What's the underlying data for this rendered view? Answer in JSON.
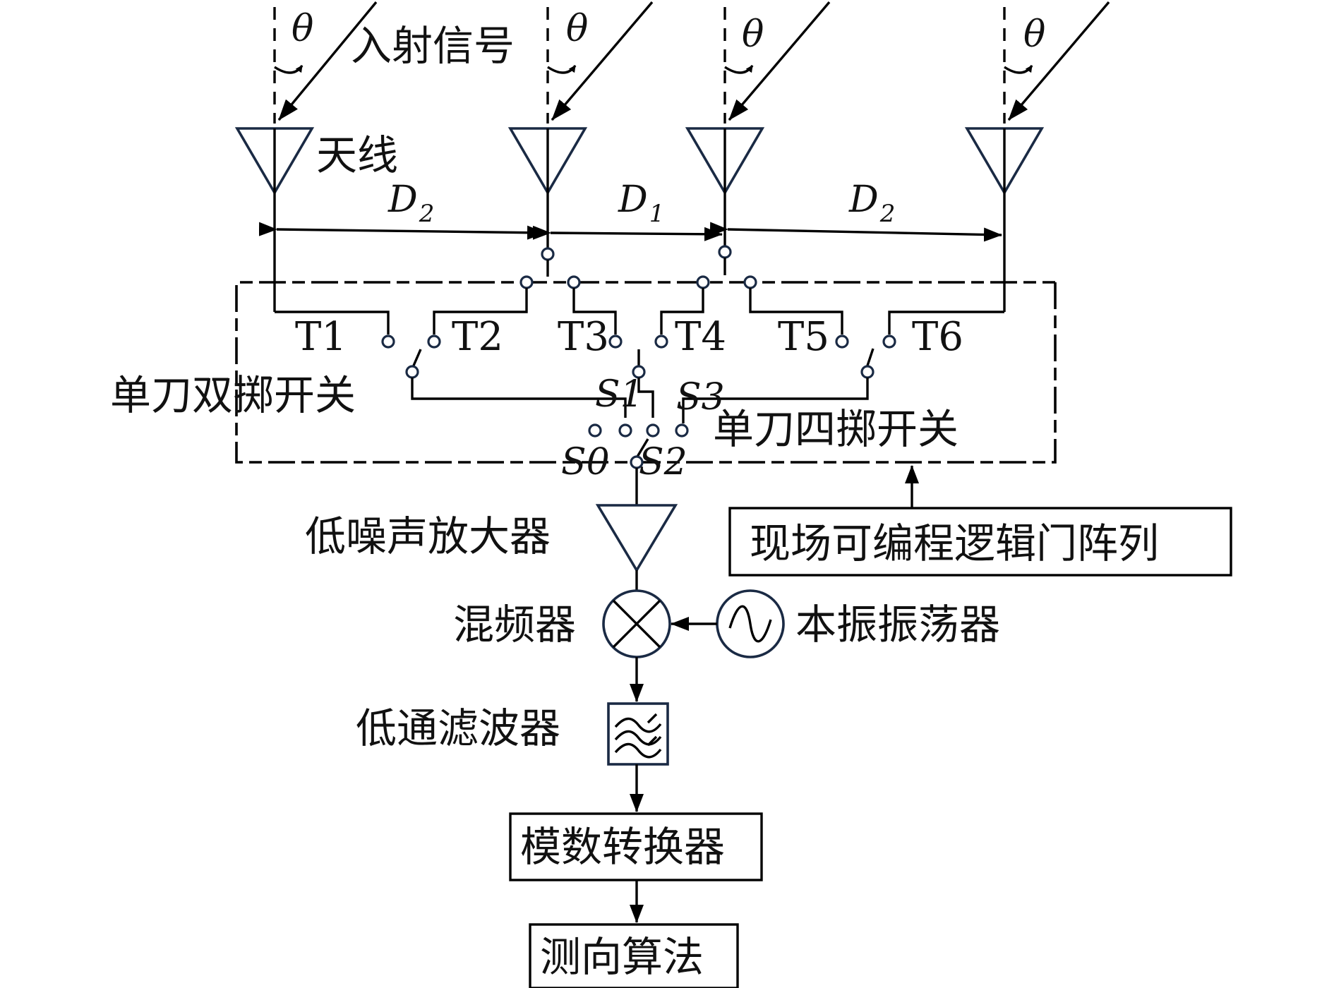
{
  "diagram": {
    "incident_label": "入射信号",
    "antenna_label": "天线",
    "theta": "θ",
    "spacing": [
      {
        "name": "D",
        "sub": "2"
      },
      {
        "name": "D",
        "sub": "1"
      },
      {
        "name": "D",
        "sub": "2"
      }
    ],
    "throws": [
      "T1",
      "T2",
      "T3",
      "T4",
      "T5",
      "T6"
    ],
    "spdt_label": "单刀双掷开关",
    "sp4t_label": "单刀四掷开关",
    "sp4t_ports": [
      "S1",
      "S3",
      "S0",
      "S2"
    ],
    "fpga_label": "现场可编程逻辑门阵列",
    "lna_label": "低噪声放大器",
    "mixer_label": "混频器",
    "lo_label": "本振振荡器",
    "lpf_label": "低通滤波器",
    "adc_label": "模数转换器",
    "df_label": "测向算法",
    "colors": {
      "line": "#000000",
      "component_outline": "#1a2a44"
    }
  }
}
